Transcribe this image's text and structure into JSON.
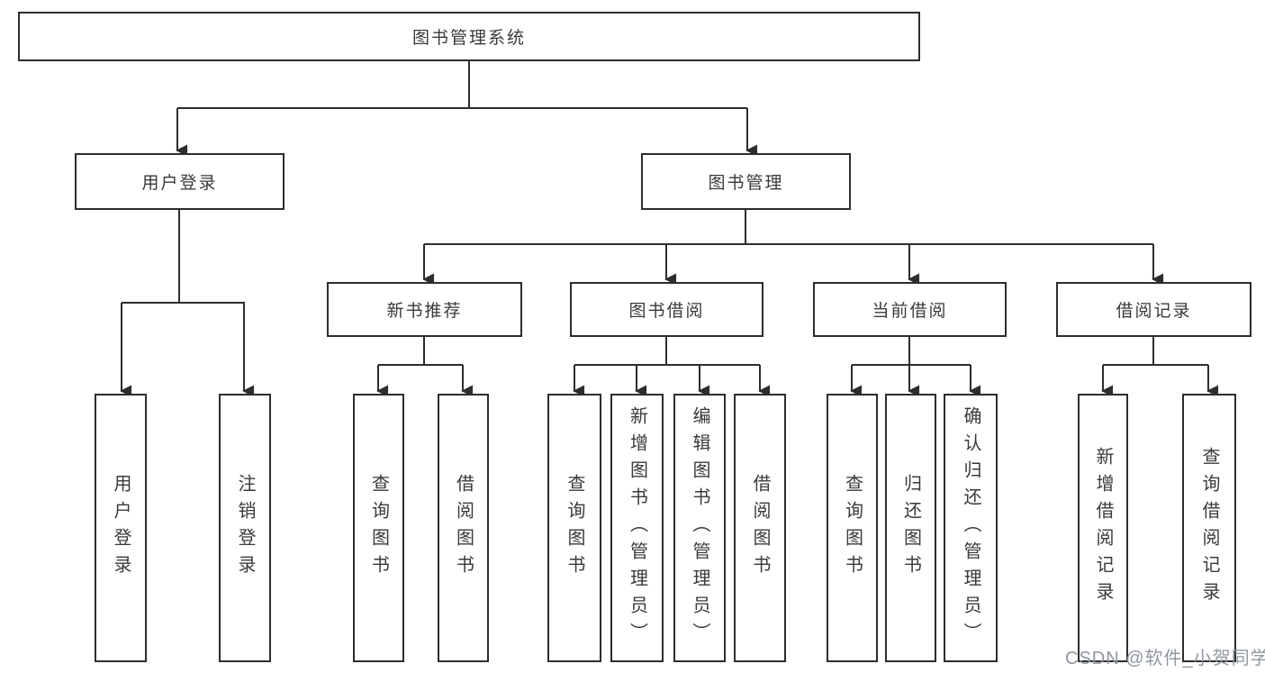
{
  "tree": {
    "label": "图书管理系统",
    "children": [
      {
        "label": "用户登录",
        "children": [
          {
            "label": "用户登录"
          },
          {
            "label": "注销登录"
          }
        ]
      },
      {
        "label": "图书管理",
        "children": [
          {
            "label": "新书推荐",
            "children": [
              {
                "label": "查询图书"
              },
              {
                "label": "借阅图书"
              }
            ]
          },
          {
            "label": "图书借阅",
            "children": [
              {
                "label": "查询图书"
              },
              {
                "label": "新增图书（管理员）"
              },
              {
                "label": "编辑图书（管理员）"
              },
              {
                "label": "借阅图书"
              }
            ]
          },
          {
            "label": "当前借阅",
            "children": [
              {
                "label": "查询图书"
              },
              {
                "label": "归还图书"
              },
              {
                "label": "确认归还（管理员）"
              }
            ]
          },
          {
            "label": "借阅记录",
            "children": [
              {
                "label": "新增借阅记录"
              },
              {
                "label": "查询借阅记录"
              }
            ]
          }
        ]
      }
    ]
  },
  "watermark": "CSDN @软件_小贺同学",
  "colors": {
    "line": "#2d2d2d",
    "box_border": "#2d2d2d",
    "text": "#3a3a3a",
    "watermark": "#9096a0",
    "background": "#ffffff"
  }
}
